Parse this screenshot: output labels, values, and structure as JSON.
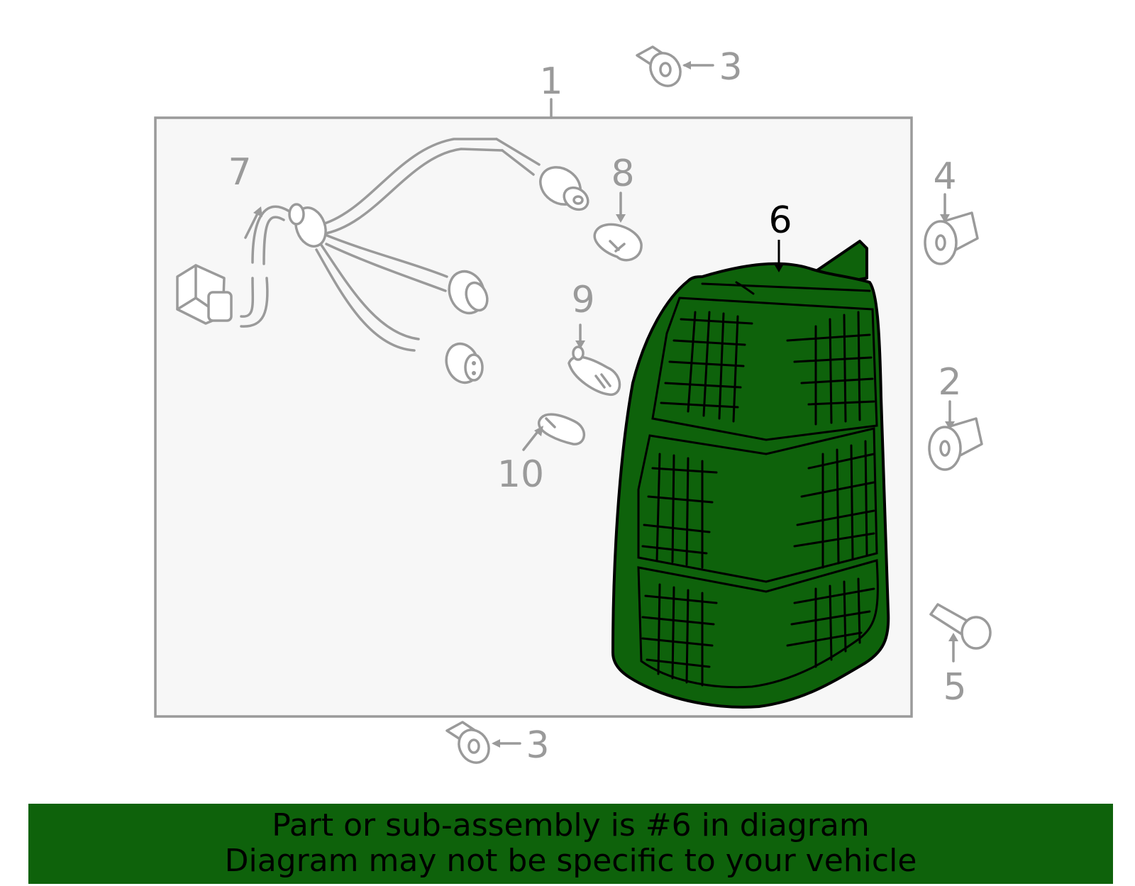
{
  "diagram": {
    "callouts": {
      "c1": "1",
      "c2": "2",
      "c3_top": "3",
      "c3_bottom": "3",
      "c4": "4",
      "c5": "5",
      "c6": "6",
      "c7": "7",
      "c8": "8",
      "c9": "9",
      "c10": "10"
    },
    "highlight_part": "6",
    "colors": {
      "highlight_fill": "#0e620b",
      "line_grey": "#9a9a9a",
      "box_fill": "#f7f7f7",
      "banner_bg": "#0e620b"
    }
  },
  "banner": {
    "line1": "Part or sub-assembly is #6 in diagram",
    "line2": "Diagram may not be specific to your vehicle"
  }
}
